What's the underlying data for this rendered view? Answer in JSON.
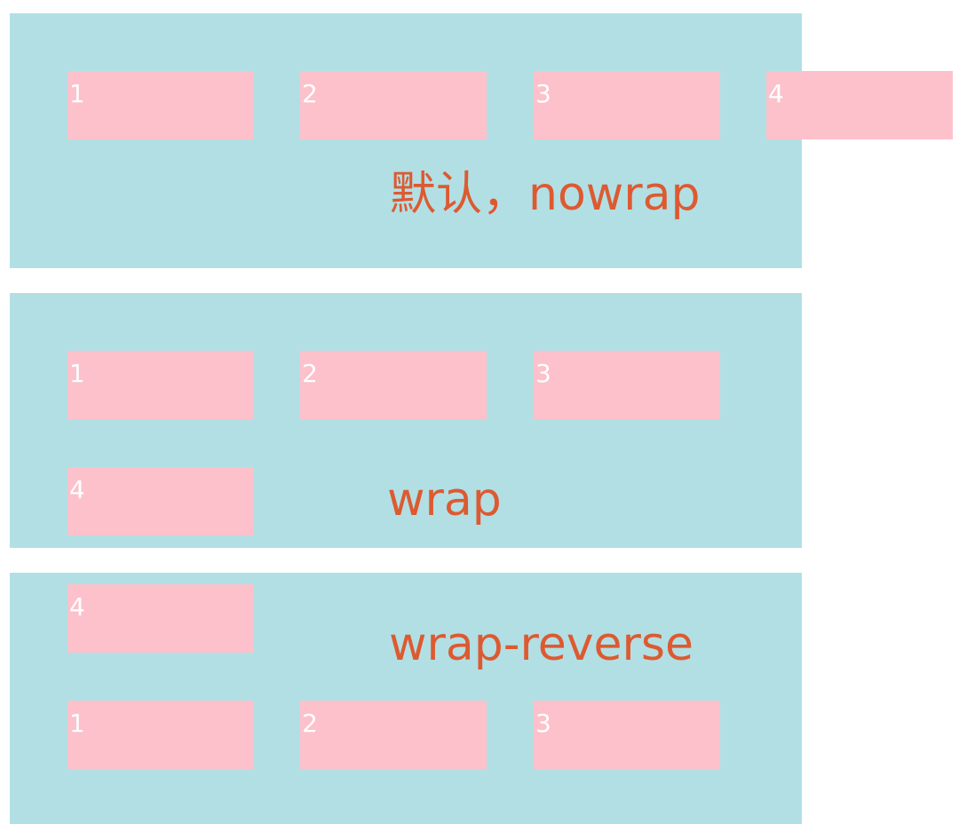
{
  "panels": [
    {
      "mode": "nowrap",
      "caption": "默认，nowrap",
      "items": [
        "1",
        "2",
        "3",
        "4"
      ]
    },
    {
      "mode": "wrap",
      "caption": "wrap",
      "items": [
        "1",
        "2",
        "3",
        "4"
      ]
    },
    {
      "mode": "wrap-reverse",
      "caption": "wrap-reverse",
      "items": [
        "4",
        "1",
        "2",
        "3"
      ]
    }
  ],
  "colors": {
    "panel_background": "#b2dfe4",
    "item_background": "#fcc1cb",
    "item_text": "#ffffff",
    "caption_text": "#dd5a31"
  }
}
